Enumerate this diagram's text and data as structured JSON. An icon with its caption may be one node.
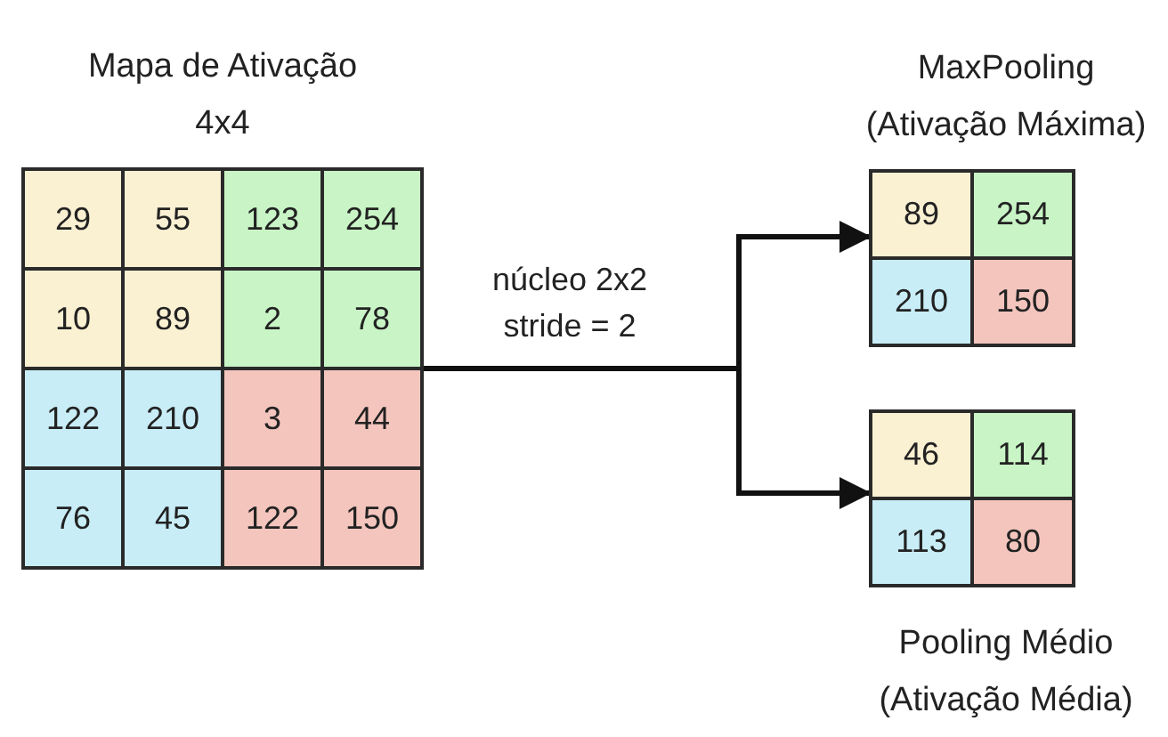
{
  "diagram": {
    "nodes": [
      {
        "text": [
          "Mapa de Ativação 4x4"
        ]
      },
      {
        "text": [
          "29"
        ],
        "in": 0
      },
      {
        "text": [
          "55"
        ],
        "in": 0
      },
      {
        "text": [
          "123"
        ],
        "in": 0
      },
      {
        "text": [
          "254"
        ],
        "in": 0
      },
      {
        "text": [
          "10"
        ],
        "in": 0
      },
      {
        "text": [
          "89"
        ],
        "in": 0
      },
      {
        "text": [
          "2"
        ],
        "in": 0
      },
      {
        "text": [
          "78"
        ],
        "in": 0
      },
      {
        "text": [
          "122"
        ],
        "in": 0
      },
      {
        "text": [
          "210"
        ],
        "in": 0
      },
      {
        "text": [
          "3"
        ],
        "in": 0
      },
      {
        "text": [
          "44"
        ],
        "in": 0
      },
      {
        "text": [
          "76"
        ],
        "in": 0
      },
      {
        "text": [
          "45"
        ],
        "in": 0
      },
      {
        "text": [
          "122"
        ],
        "in": 0
      },
      {
        "text": [
          "150"
        ],
        "in": 0
      },
      {
        "text": [
          "MaxPooling (Ativação Máxima)"
        ]
      },
      {
        "text": [
          "89"
        ],
        "in": 17
      },
      {
        "text": [
          "254"
        ],
        "in": 17
      },
      {
        "text": [
          "210"
        ],
        "in": 17
      },
      {
        "text": [
          "150"
        ],
        "in": 17
      },
      {
        "text": [
          "Pooling Médio (Ativação Média)"
        ]
      },
      {
        "text": [
          "46"
        ],
        "in": 22
      },
      {
        "text": [
          "114"
        ],
        "in": 22
      },
      {
        "text": [
          "113"
        ],
        "in": 22
      },
      {
        "text": [
          "80"
        ],
        "in": 22
      }
    ],
    "edges": [
      {
        "from": 0,
        "to": 17,
        "arrow": "to",
        "label": "núcleo 2x2 stride = 2"
      },
      {
        "from": 0,
        "to": 22,
        "arrow": "to"
      }
    ]
  }
}
